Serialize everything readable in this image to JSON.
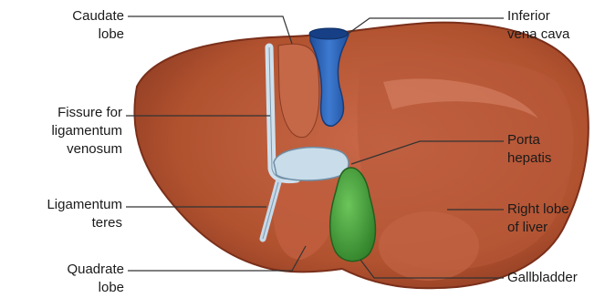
{
  "labels": {
    "caudate": {
      "line1": "Caudate",
      "line2": "lobe"
    },
    "fissure": {
      "line1": "Fissure for",
      "line2": "ligamentum",
      "line3": "venosum"
    },
    "ligamentum_teres": {
      "line1": "Ligamentum",
      "line2": "teres"
    },
    "quadrate": {
      "line1": "Quadrate",
      "line2": "lobe"
    },
    "ivc": {
      "line1": "Inferior",
      "line2": "vena cava"
    },
    "porta": {
      "line1": "Porta",
      "line2": "hepatis"
    },
    "right_lobe": {
      "line1": "Right lobe",
      "line2": "of liver"
    },
    "gallbladder": {
      "line1": "Gallbladder"
    }
  },
  "colors": {
    "liver": "#b5563a",
    "liver_dark": "#8e3a24",
    "liver_light": "#cf7658",
    "vena_cava": "#2e63b8",
    "porta": "#c8dcea",
    "gallbladder": "#3f9a35",
    "leader_line": "#333333"
  }
}
